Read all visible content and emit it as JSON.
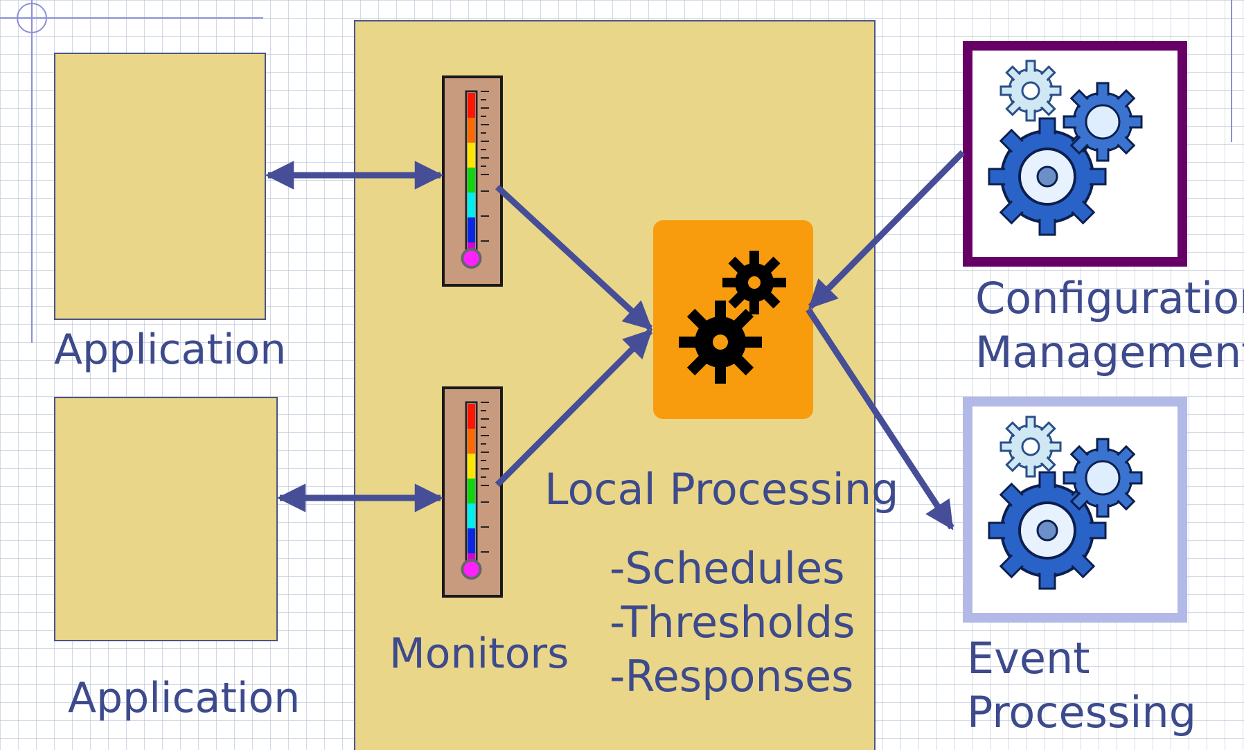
{
  "labels": {
    "application_top": "Application",
    "application_bottom": "Application",
    "monitors": "Monitors",
    "local_processing": "Local Processing",
    "responsibilities": [
      "-Schedules",
      "-Thresholds",
      "-Responses"
    ],
    "configuration_management": [
      "Configuration",
      "Management"
    ],
    "event_processing": [
      "Event",
      "Processing"
    ]
  },
  "icons": {
    "monitor_top": "thermometer-icon",
    "monitor_bottom": "thermometer-icon",
    "local_processing": "gears-icon",
    "configuration_management": "gears-icon",
    "event_processing": "gears-icon"
  },
  "colors": {
    "panel_fill": "#ead688",
    "panel_border": "#4a5488",
    "text": "#3d4a8c",
    "arrow": "#454e96",
    "processing_box": "#f89c0e",
    "config_frame": "#660066",
    "event_frame": "#b3b9e6"
  }
}
